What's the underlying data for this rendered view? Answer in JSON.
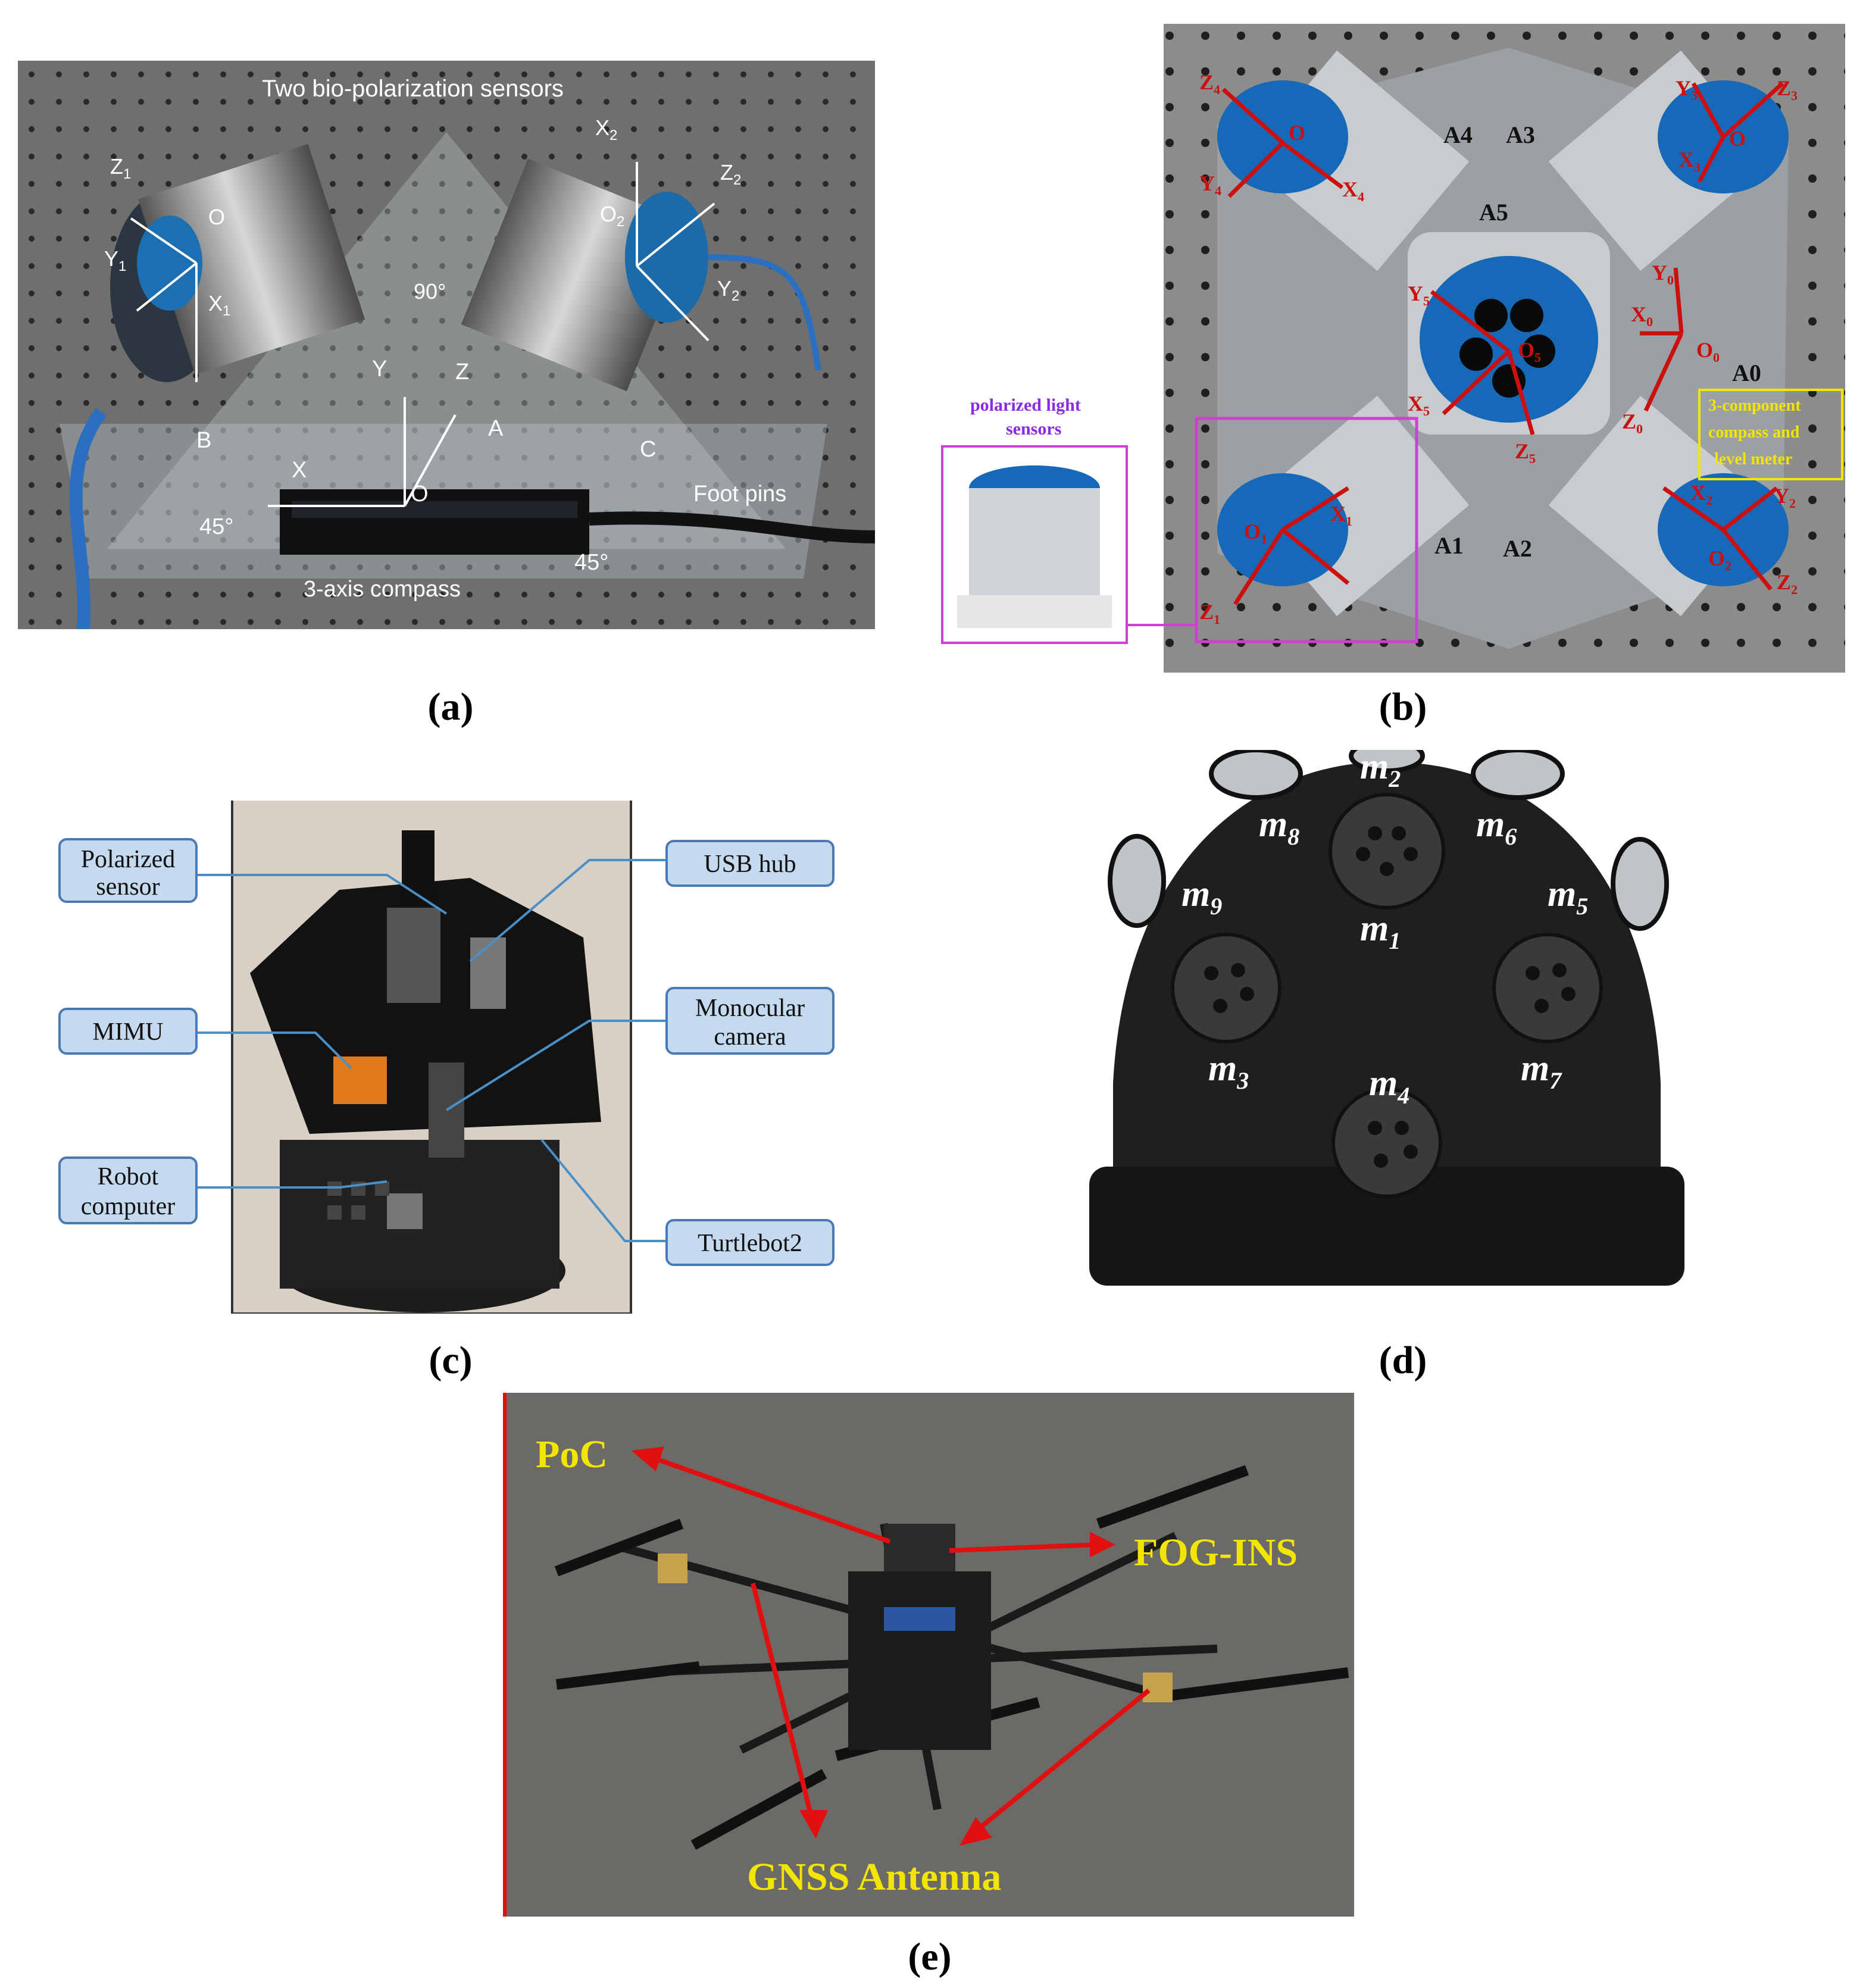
{
  "captions": {
    "a": "(a)",
    "b": "(b)",
    "c": "(c)",
    "d": "(d)",
    "e": "(e)"
  },
  "panel_a": {
    "title": "Two bio-polarization sensors",
    "z1": "Z",
    "z1s": "1",
    "o1": "O",
    "y1": "Y",
    "y1s": "1",
    "x1": "X",
    "x1s": "1",
    "x2": "X",
    "x2s": "2",
    "z2": "Z",
    "z2s": "2",
    "o2": "O",
    "o2s": "2",
    "y2": "Y",
    "y2s": "2",
    "angle_top": "90°",
    "y": "Y",
    "z": "Z",
    "a": "A",
    "b": "B",
    "c": "C",
    "x": "X",
    "o": "O",
    "foot_pins": "Foot pins",
    "angle_left": "45°",
    "angle_right": "45°",
    "compass": "3-axis compass"
  },
  "panel_b": {
    "inset_label_1": "polarized light",
    "inset_label_2": "sensors",
    "z4": "Z",
    "z4s": "4",
    "y4": "Y",
    "y4s": "4",
    "x4": "X",
    "x4s": "4",
    "o4": "O",
    "a4": "A4",
    "a3": "A3",
    "a5": "A5",
    "a1": "A1",
    "a2": "A2",
    "a0": "A0",
    "y3": "Y",
    "y3s": "3",
    "z3": "Z",
    "z3s": "3",
    "x3": "X",
    "x3s": "3",
    "o3": "O",
    "y5": "Y",
    "y5s": "5",
    "o5": "O",
    "o5s": "5",
    "x5": "X",
    "x5s": "5",
    "z5": "Z",
    "z5s": "5",
    "y0": "Y",
    "y0s": "0",
    "x0": "X",
    "x0s": "0",
    "o0": "O",
    "o0s": "0",
    "z0": "Z",
    "z0s": "0",
    "x1": "X",
    "x1s": "1",
    "o1": "O",
    "o1s": "1",
    "z1": "Z",
    "z1s": "1",
    "x2": "X",
    "x2s": "2",
    "y2": "Y",
    "y2s": "2",
    "o2": "O",
    "o2s": "2",
    "z2": "Z",
    "z2s": "2",
    "meter_1": "3-component",
    "meter_2": "compass and",
    "meter_3": "level meter"
  },
  "panel_c": {
    "polarized_1": "Polarized",
    "polarized_2": "sensor",
    "usb_hub": "USB hub",
    "mimu": "MIMU",
    "monocular_1": "Monocular",
    "monocular_2": "camera",
    "robot_1": "Robot",
    "robot_2": "computer",
    "turtlebot": "Turtlebot2"
  },
  "panel_d": {
    "m": "m",
    "s1": "1",
    "s2": "2",
    "s3": "3",
    "s4": "4",
    "s5": "5",
    "s6": "6",
    "s7": "7",
    "s8": "8",
    "s9": "9"
  },
  "panel_e": {
    "poc": "PoC",
    "fog": "FOG-INS",
    "gnss": "GNSS Antenna"
  },
  "colors": {
    "label_red": "#cc1010",
    "label_yellow": "#f2e600",
    "box_blue": "#c5d9ef",
    "box_border": "#4a7ab5",
    "inset_magenta": "#d040d0"
  }
}
